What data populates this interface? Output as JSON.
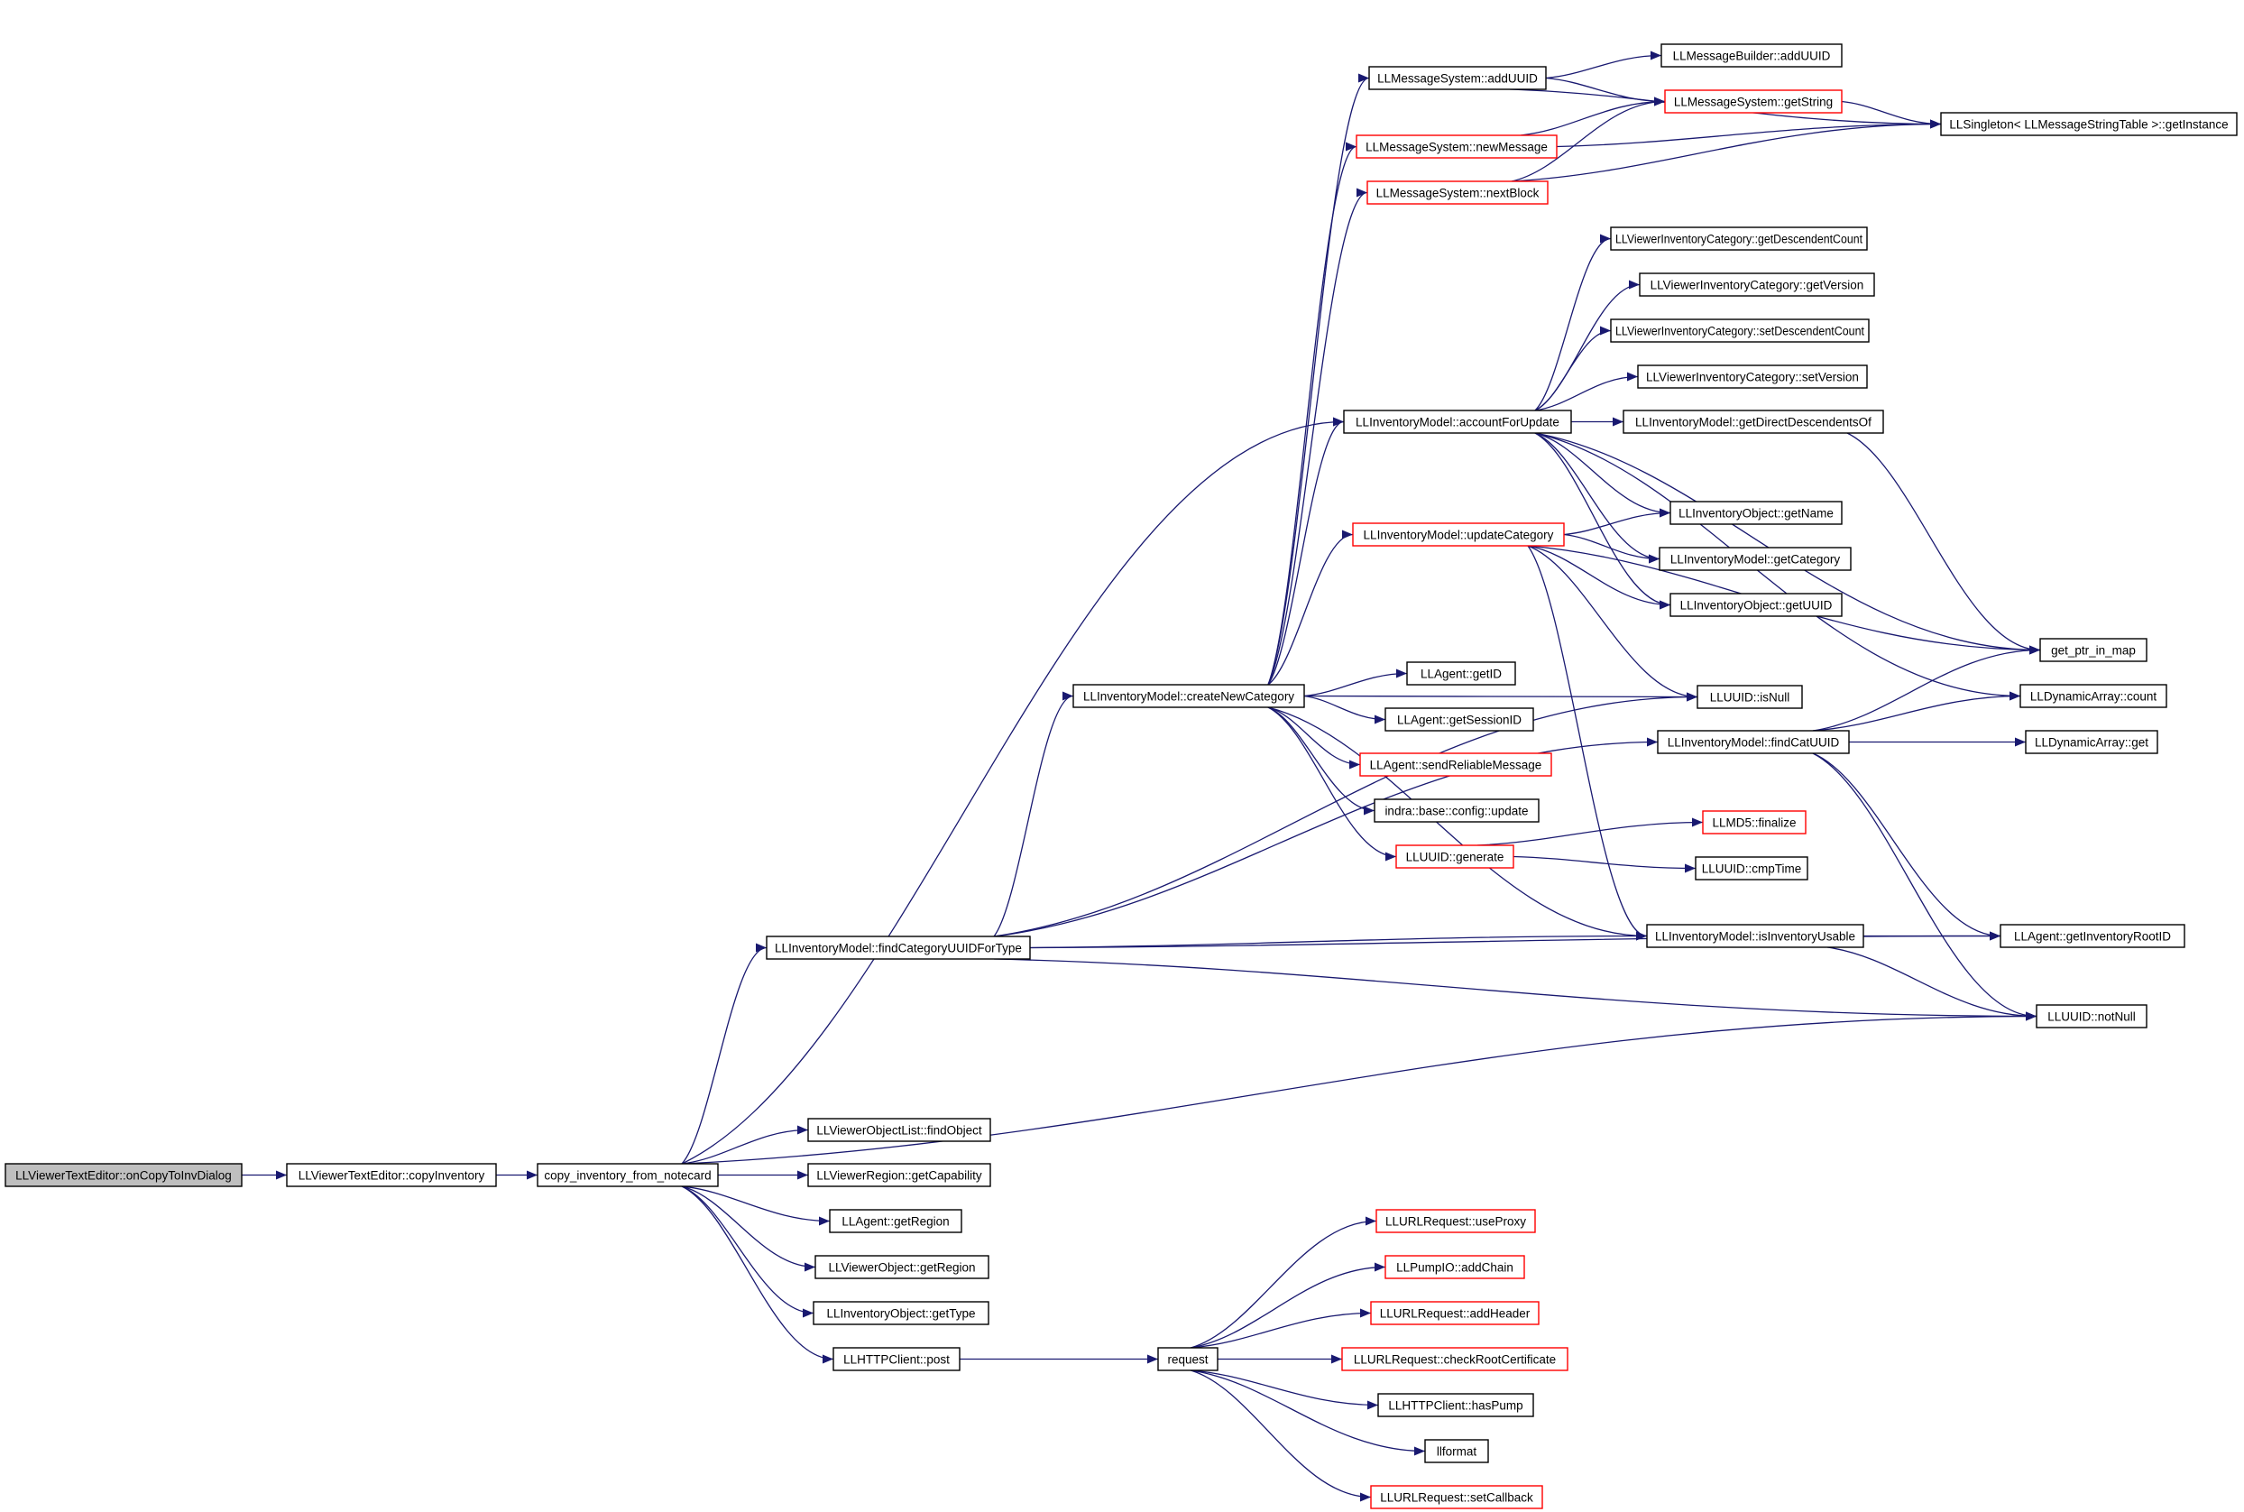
{
  "diagram": {
    "colors": {
      "edge": "#191970",
      "border_default": "#000000",
      "border_truncated": "#ff0000",
      "fill_default": "#ffffff",
      "fill_root": "#bfbfbf"
    },
    "nodes": [
      {
        "id": "onCopyToInvDialog",
        "label": "LLViewerTextEditor::onCopyToInvDialog",
        "style": "root"
      },
      {
        "id": "copyInventory",
        "label": "LLViewerTextEditor::copyInventory",
        "style": "normal"
      },
      {
        "id": "copy_inventory_from_notecard",
        "label": "copy_inventory_from_notecard",
        "style": "normal"
      },
      {
        "id": "findCategoryUUIDForType",
        "label": "LLInventoryModel::findCategoryUUIDForType",
        "style": "normal"
      },
      {
        "id": "findObject",
        "label": "LLViewerObjectList::findObject",
        "style": "normal"
      },
      {
        "id": "getCapability",
        "label": "LLViewerRegion::getCapability",
        "style": "normal"
      },
      {
        "id": "getRegionAgent",
        "label": "LLAgent::getRegion",
        "style": "normal"
      },
      {
        "id": "getRegionObject",
        "label": "LLViewerObject::getRegion",
        "style": "normal"
      },
      {
        "id": "getType",
        "label": "LLInventoryObject::getType",
        "style": "normal"
      },
      {
        "id": "post",
        "label": "LLHTTPClient::post",
        "style": "normal"
      },
      {
        "id": "request",
        "label": "request",
        "style": "normal"
      },
      {
        "id": "createNewCategory",
        "label": "LLInventoryModel::createNewCategory",
        "style": "normal"
      },
      {
        "id": "addUUID",
        "label": "LLMessageSystem::addUUID",
        "style": "normal"
      },
      {
        "id": "newMessage",
        "label": "LLMessageSystem::newMessage",
        "style": "truncated"
      },
      {
        "id": "nextBlock",
        "label": "LLMessageSystem::nextBlock",
        "style": "truncated"
      },
      {
        "id": "builderAddUUID",
        "label": "LLMessageBuilder::addUUID",
        "style": "normal"
      },
      {
        "id": "getString",
        "label": "LLMessageSystem::getString",
        "style": "truncated"
      },
      {
        "id": "getInstance",
        "label": "LLSingleton< LLMessageStringTable >::getInstance",
        "style": "normal"
      },
      {
        "id": "accountForUpdate",
        "label": "LLInventoryModel::accountForUpdate",
        "style": "normal"
      },
      {
        "id": "getDescendentCount",
        "label": "LLViewerInventoryCategory::getDescendentCount",
        "style": "normal"
      },
      {
        "id": "getVersion",
        "label": "LLViewerInventoryCategory::getVersion",
        "style": "normal"
      },
      {
        "id": "setDescendentCount",
        "label": "LLViewerInventoryCategory::setDescendentCount",
        "style": "normal"
      },
      {
        "id": "setVersion",
        "label": "LLViewerInventoryCategory::setVersion",
        "style": "normal"
      },
      {
        "id": "getDirectDescendentsOf",
        "label": "LLInventoryModel::getDirectDescendentsOf",
        "style": "normal"
      },
      {
        "id": "updateCategory",
        "label": "LLInventoryModel::updateCategory",
        "style": "truncated"
      },
      {
        "id": "getName",
        "label": "LLInventoryObject::getName",
        "style": "normal"
      },
      {
        "id": "getCategory",
        "label": "LLInventoryModel::getCategory",
        "style": "normal"
      },
      {
        "id": "getUUID",
        "label": "LLInventoryObject::getUUID",
        "style": "normal"
      },
      {
        "id": "get_ptr_in_map",
        "label": "get_ptr_in_map",
        "style": "normal"
      },
      {
        "id": "getID",
        "label": "LLAgent::getID",
        "style": "normal"
      },
      {
        "id": "isNull",
        "label": "LLUUID::isNull",
        "style": "normal"
      },
      {
        "id": "count",
        "label": "LLDynamicArray::count",
        "style": "normal"
      },
      {
        "id": "getSessionID",
        "label": "LLAgent::getSessionID",
        "style": "normal"
      },
      {
        "id": "findCatUUID",
        "label": "LLInventoryModel::findCatUUID",
        "style": "normal"
      },
      {
        "id": "dynGet",
        "label": "LLDynamicArray::get",
        "style": "normal"
      },
      {
        "id": "sendReliableMessage",
        "label": "LLAgent::sendReliableMessage",
        "style": "truncated"
      },
      {
        "id": "configUpdate",
        "label": "indra::base::config::update",
        "style": "normal"
      },
      {
        "id": "finalize",
        "label": "LLMD5::finalize",
        "style": "truncated"
      },
      {
        "id": "generate",
        "label": "LLUUID::generate",
        "style": "truncated"
      },
      {
        "id": "cmpTime",
        "label": "LLUUID::cmpTime",
        "style": "normal"
      },
      {
        "id": "isInventoryUsable",
        "label": "LLInventoryModel::isInventoryUsable",
        "style": "normal"
      },
      {
        "id": "getInventoryRootID",
        "label": "LLAgent::getInventoryRootID",
        "style": "normal"
      },
      {
        "id": "notNull",
        "label": "LLUUID::notNull",
        "style": "normal"
      },
      {
        "id": "useProxy",
        "label": "LLURLRequest::useProxy",
        "style": "truncated"
      },
      {
        "id": "addChain",
        "label": "LLPumpIO::addChain",
        "style": "truncated"
      },
      {
        "id": "addHeader",
        "label": "LLURLRequest::addHeader",
        "style": "truncated"
      },
      {
        "id": "checkRootCertificate",
        "label": "LLURLRequest::checkRootCertificate",
        "style": "truncated"
      },
      {
        "id": "hasPump",
        "label": "LLHTTPClient::hasPump",
        "style": "normal"
      },
      {
        "id": "llformat",
        "label": "llformat",
        "style": "normal"
      },
      {
        "id": "setCallback",
        "label": "LLURLRequest::setCallback",
        "style": "truncated"
      }
    ],
    "edges": [
      [
        "onCopyToInvDialog",
        "copyInventory"
      ],
      [
        "copyInventory",
        "copy_inventory_from_notecard"
      ],
      [
        "copy_inventory_from_notecard",
        "findCategoryUUIDForType"
      ],
      [
        "copy_inventory_from_notecard",
        "findObject"
      ],
      [
        "copy_inventory_from_notecard",
        "getCapability"
      ],
      [
        "copy_inventory_from_notecard",
        "getRegionAgent"
      ],
      [
        "copy_inventory_from_notecard",
        "getRegionObject"
      ],
      [
        "copy_inventory_from_notecard",
        "getType"
      ],
      [
        "copy_inventory_from_notecard",
        "post"
      ],
      [
        "copy_inventory_from_notecard",
        "notNull"
      ],
      [
        "copy_inventory_from_notecard",
        "accountForUpdate"
      ],
      [
        "post",
        "request"
      ],
      [
        "request",
        "useProxy"
      ],
      [
        "request",
        "addChain"
      ],
      [
        "request",
        "addHeader"
      ],
      [
        "request",
        "checkRootCertificate"
      ],
      [
        "request",
        "hasPump"
      ],
      [
        "request",
        "llformat"
      ],
      [
        "request",
        "setCallback"
      ],
      [
        "findCategoryUUIDForType",
        "createNewCategory"
      ],
      [
        "findCategoryUUIDForType",
        "isInventoryUsable"
      ],
      [
        "findCategoryUUIDForType",
        "getInventoryRootID"
      ],
      [
        "findCategoryUUIDForType",
        "notNull"
      ],
      [
        "findCategoryUUIDForType",
        "findCatUUID"
      ],
      [
        "findCategoryUUIDForType",
        "isNull"
      ],
      [
        "createNewCategory",
        "addUUID"
      ],
      [
        "createNewCategory",
        "newMessage"
      ],
      [
        "createNewCategory",
        "nextBlock"
      ],
      [
        "createNewCategory",
        "accountForUpdate"
      ],
      [
        "createNewCategory",
        "updateCategory"
      ],
      [
        "createNewCategory",
        "getID"
      ],
      [
        "createNewCategory",
        "getSessionID"
      ],
      [
        "createNewCategory",
        "sendReliableMessage"
      ],
      [
        "createNewCategory",
        "configUpdate"
      ],
      [
        "createNewCategory",
        "generate"
      ],
      [
        "createNewCategory",
        "isInventoryUsable"
      ],
      [
        "createNewCategory",
        "isNull"
      ],
      [
        "addUUID",
        "builderAddUUID"
      ],
      [
        "addUUID",
        "getString"
      ],
      [
        "addUUID",
        "getInstance"
      ],
      [
        "newMessage",
        "getString"
      ],
      [
        "newMessage",
        "getInstance"
      ],
      [
        "nextBlock",
        "getString"
      ],
      [
        "nextBlock",
        "getInstance"
      ],
      [
        "getString",
        "getInstance"
      ],
      [
        "accountForUpdate",
        "getDescendentCount"
      ],
      [
        "accountForUpdate",
        "getVersion"
      ],
      [
        "accountForUpdate",
        "setDescendentCount"
      ],
      [
        "accountForUpdate",
        "setVersion"
      ],
      [
        "accountForUpdate",
        "getDirectDescendentsOf"
      ],
      [
        "accountForUpdate",
        "getName"
      ],
      [
        "accountForUpdate",
        "getCategory"
      ],
      [
        "accountForUpdate",
        "getUUID"
      ],
      [
        "accountForUpdate",
        "get_ptr_in_map"
      ],
      [
        "accountForUpdate",
        "count"
      ],
      [
        "getDirectDescendentsOf",
        "get_ptr_in_map"
      ],
      [
        "updateCategory",
        "getName"
      ],
      [
        "updateCategory",
        "getCategory"
      ],
      [
        "updateCategory",
        "getUUID"
      ],
      [
        "updateCategory",
        "get_ptr_in_map"
      ],
      [
        "updateCategory",
        "isNull"
      ],
      [
        "updateCategory",
        "isInventoryUsable"
      ],
      [
        "generate",
        "finalize"
      ],
      [
        "generate",
        "cmpTime"
      ],
      [
        "findCatUUID",
        "get_ptr_in_map"
      ],
      [
        "findCatUUID",
        "count"
      ],
      [
        "findCatUUID",
        "dynGet"
      ],
      [
        "findCatUUID",
        "getInventoryRootID"
      ],
      [
        "findCatUUID",
        "notNull"
      ],
      [
        "isInventoryUsable",
        "getInventoryRootID"
      ],
      [
        "isInventoryUsable",
        "notNull"
      ]
    ]
  }
}
